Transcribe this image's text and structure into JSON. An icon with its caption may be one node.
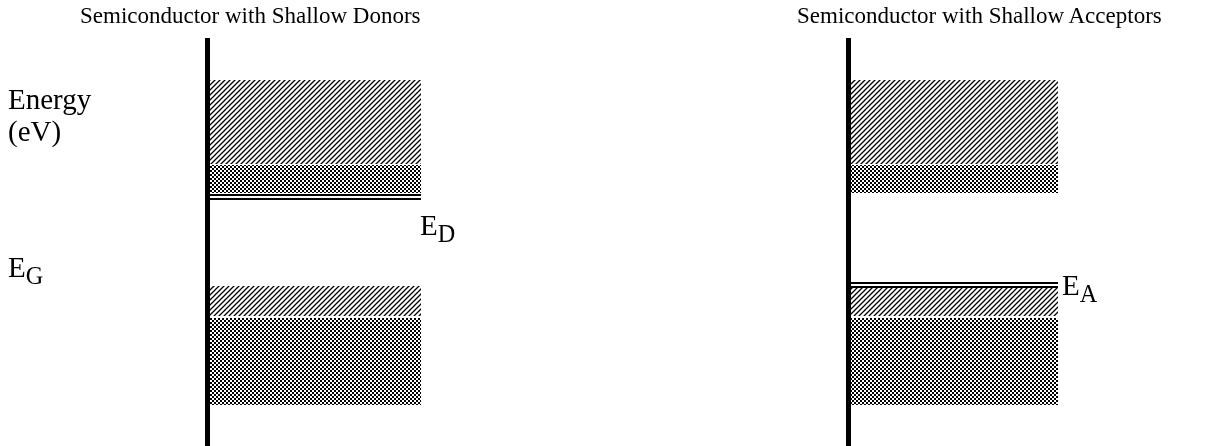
{
  "diagram": {
    "labels": [
      "Semiconductor with Shallow Donors",
      "Semiconductor with Shallow Acceptors",
      "Energy (eV)",
      "E$_{D}$",
      "E$_{G}$",
      "E$_{A}$"
    ]
  }
}
